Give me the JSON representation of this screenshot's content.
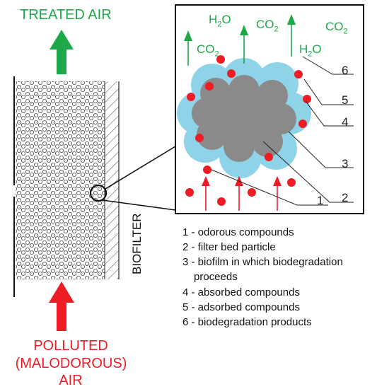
{
  "top_label": "TREATED AIR",
  "bottom_label": [
    "POLLUTED",
    "(MALODOROUS)",
    "AIR"
  ],
  "side_label": "BIOFILTER",
  "products": [
    {
      "base": "H",
      "sub": "2",
      "tail": "O"
    },
    {
      "base": "CO",
      "sub": "2",
      "tail": ""
    },
    {
      "base": "CO",
      "sub": "2",
      "tail": ""
    },
    {
      "base": "CO",
      "sub": "2",
      "tail": ""
    },
    {
      "base": "H",
      "sub": "2",
      "tail": "O"
    }
  ],
  "numbers": [
    "6",
    "5",
    "4",
    "3",
    "2",
    "1"
  ],
  "legend": [
    "1 - odorous compounds",
    "2 - filter bed particle",
    "3 - biofilm in which biodegradation",
    "proceeds",
    "4 - absorbed compounds",
    "5 - adsorbed compounds",
    "6 - biodegradation products"
  ],
  "colors": {
    "green": "#1fa84a",
    "red": "#ee1c25",
    "biofilm": "#8fd3e8",
    "particle": "#8a8a8a"
  }
}
